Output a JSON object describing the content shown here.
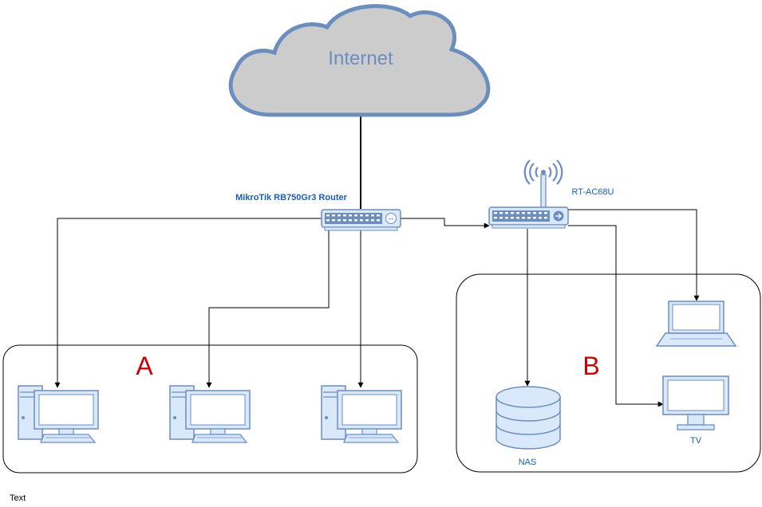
{
  "cloud": {
    "label": "Internet"
  },
  "router": {
    "label": "MikroTik RB750Gr3 Router"
  },
  "ap": {
    "label": "RT-AC68U"
  },
  "zones": {
    "a": "A",
    "b": "B"
  },
  "devices": {
    "nas": "NAS",
    "tv": "TV"
  },
  "footer": {
    "text": "Text"
  },
  "colors": {
    "device_fill": "#dae8fc",
    "device_stroke": "#6c8ebf",
    "cloud_fill": "#cccccc",
    "cloud_stroke": "#6c8ebf",
    "zone_label": "#cc0000",
    "label_blue": "#1a5fb4"
  }
}
